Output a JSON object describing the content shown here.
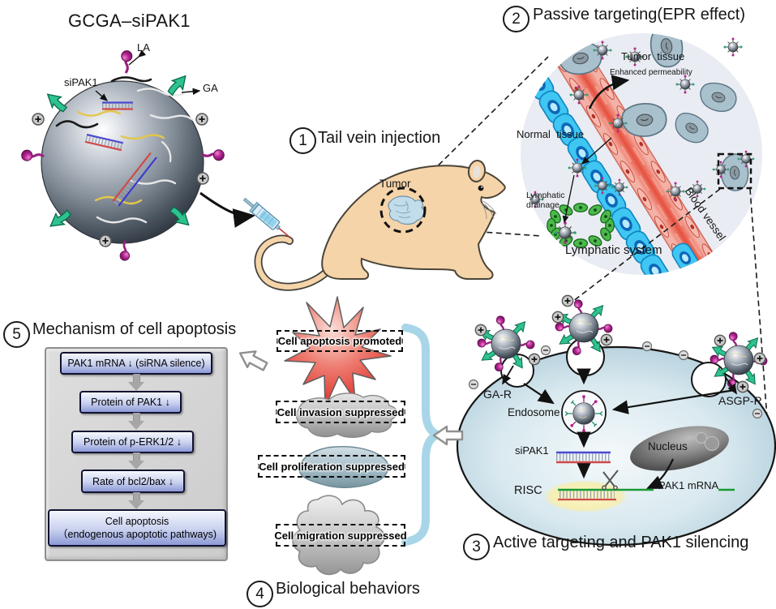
{
  "figure": {
    "title": "GCGA–siPAK1"
  },
  "nanoparticle": {
    "label_la": "LA",
    "label_sipak1": "siPAK1",
    "label_ga": "GA"
  },
  "steps": {
    "step1": {
      "num": "1",
      "title": "Tail vein injection"
    },
    "step2": {
      "num": "2",
      "title": "Passive targeting(EPR effect)"
    },
    "step3": {
      "num": "3",
      "title": "Active targeting and PAK1 silencing"
    },
    "step4": {
      "num": "4",
      "title": "Biological behaviors"
    },
    "step5": {
      "num": "5",
      "title": "Mechanism of cell apoptosis"
    }
  },
  "mouse": {
    "tumor": "Tumor"
  },
  "epr": {
    "tumor_tissue": "Tumor  tissue",
    "enhanced_permeability": "Enhanced permeability",
    "normal_tissue": "Normal  tissue",
    "lymphatic_line1": "Lymphatic",
    "lymphatic_line2": "drainage",
    "lymphatic_system": "Lymphatic system",
    "blood_vessel": "Blood vessel"
  },
  "cell": {
    "ga_receptor": "GA-R",
    "endosome": "Endosome",
    "asgp_receptor": "ASGP-R",
    "sipak1": "siPAK1",
    "nucleus": "Nucleus",
    "risc": "RISC",
    "pak1_mrna": "PAK1 mRNA"
  },
  "behaviors": {
    "apoptosis": "Cell apoptosis promoted",
    "invasion": "Cell invasion suppressed",
    "proliferation": "Cell proliferation suppressed",
    "migration": "Cell migration suppressed"
  },
  "flowchart": {
    "box1": "PAK1 mRNA ↓ (siRNA silence)",
    "box2": "Protein of PAK1 ↓",
    "box3": "Protein of p-ERK1/2 ↓",
    "box4": "Rate of bcl2/bax ↓",
    "box5_line1": "Cell apoptosis",
    "box5_line2": "（endogenous apoptotic pathways)"
  },
  "icons": {
    "plus_charge": "circled plus",
    "minus_charge": "circled minus",
    "scissors": "crossed blades",
    "syringe": "syringe",
    "green_arrow": "GA ligand arrow",
    "magenta_lollipop": "LA ligand"
  },
  "colors": {
    "epr_bg": "#e9ecf2",
    "cell_fill": "#d9e9ef",
    "normal_cell": "#3fc6f2",
    "tumor_cell": "#a9c0cd",
    "lymph_cell": "#4cb84c",
    "vessel": "#e6503e",
    "star": "#e3453c",
    "ga_green": "#2ec28e",
    "la_magenta": "#b5258f",
    "brace": "#a8d6e8",
    "flow_box": "#8c9ad6",
    "panel": "#d2d2d2"
  }
}
